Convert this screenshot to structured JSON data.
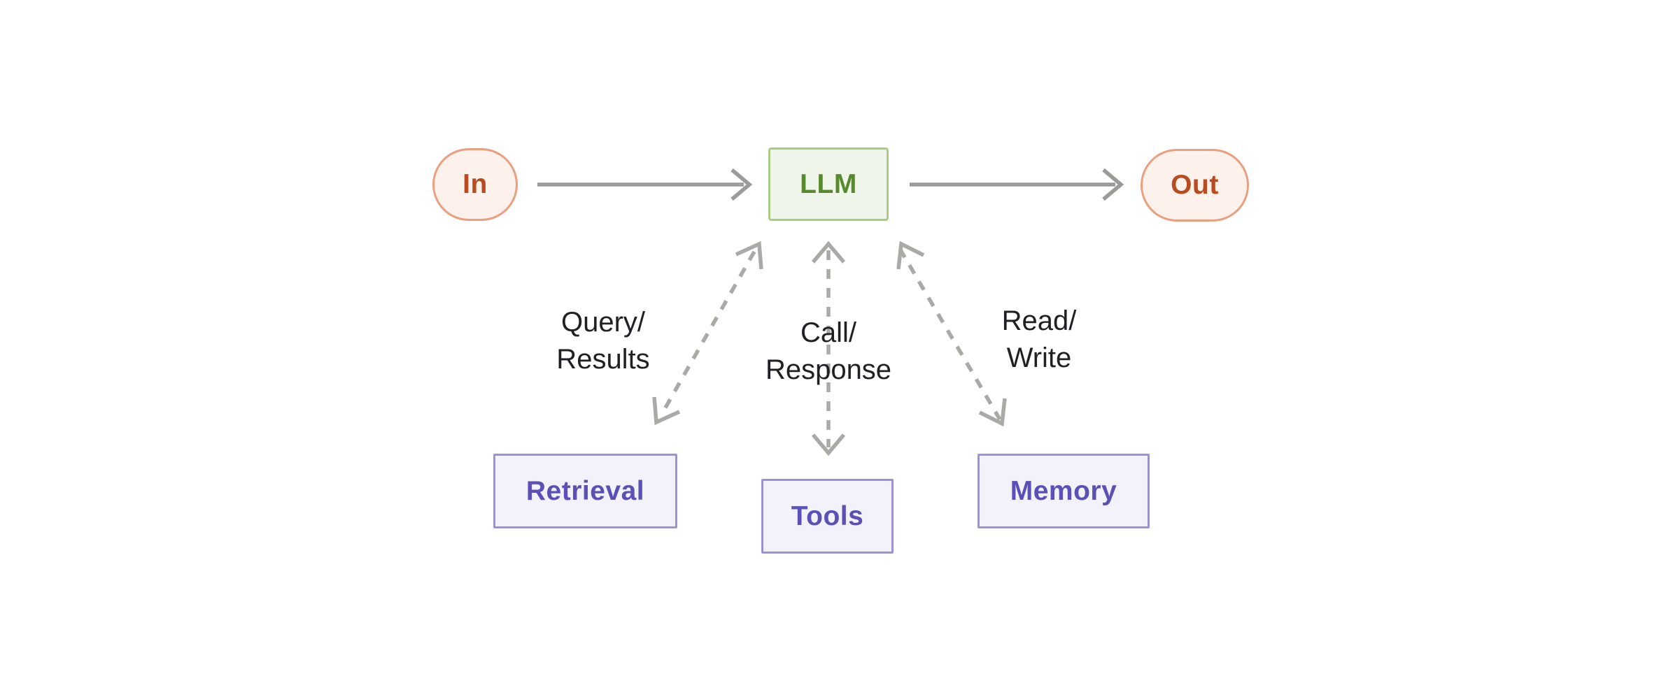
{
  "nodes": {
    "in": {
      "label": "In"
    },
    "llm": {
      "label": "LLM"
    },
    "out": {
      "label": "Out"
    },
    "retrieval": {
      "label": "Retrieval"
    },
    "tools": {
      "label": "Tools"
    },
    "memory": {
      "label": "Memory"
    }
  },
  "edge_labels": {
    "retrieval": "Query/\nResults",
    "tools": "Call/\nResponse",
    "memory": "Read/\nWrite"
  },
  "icons": {
    "solid_arrows": [
      "right-arrow-icon"
    ],
    "dashed_arrows": [
      "double-arrow-icon"
    ]
  },
  "colors": {
    "canvas_bg": "#ffffff",
    "pill_fill": "#fcf1eb",
    "pill_border": "#e99f80",
    "pill_text": "#b84b20",
    "llm_fill": "#f0f5e9",
    "llm_border": "#aacb83",
    "llm_text": "#568a2d",
    "module_fill": "#f3f1fa",
    "module_border": "#9d93d4",
    "module_text": "#5b50b5",
    "arrow_solid": "#9b9b97",
    "arrow_dashed": "#a9a9a5",
    "label_text": "#211f24"
  }
}
